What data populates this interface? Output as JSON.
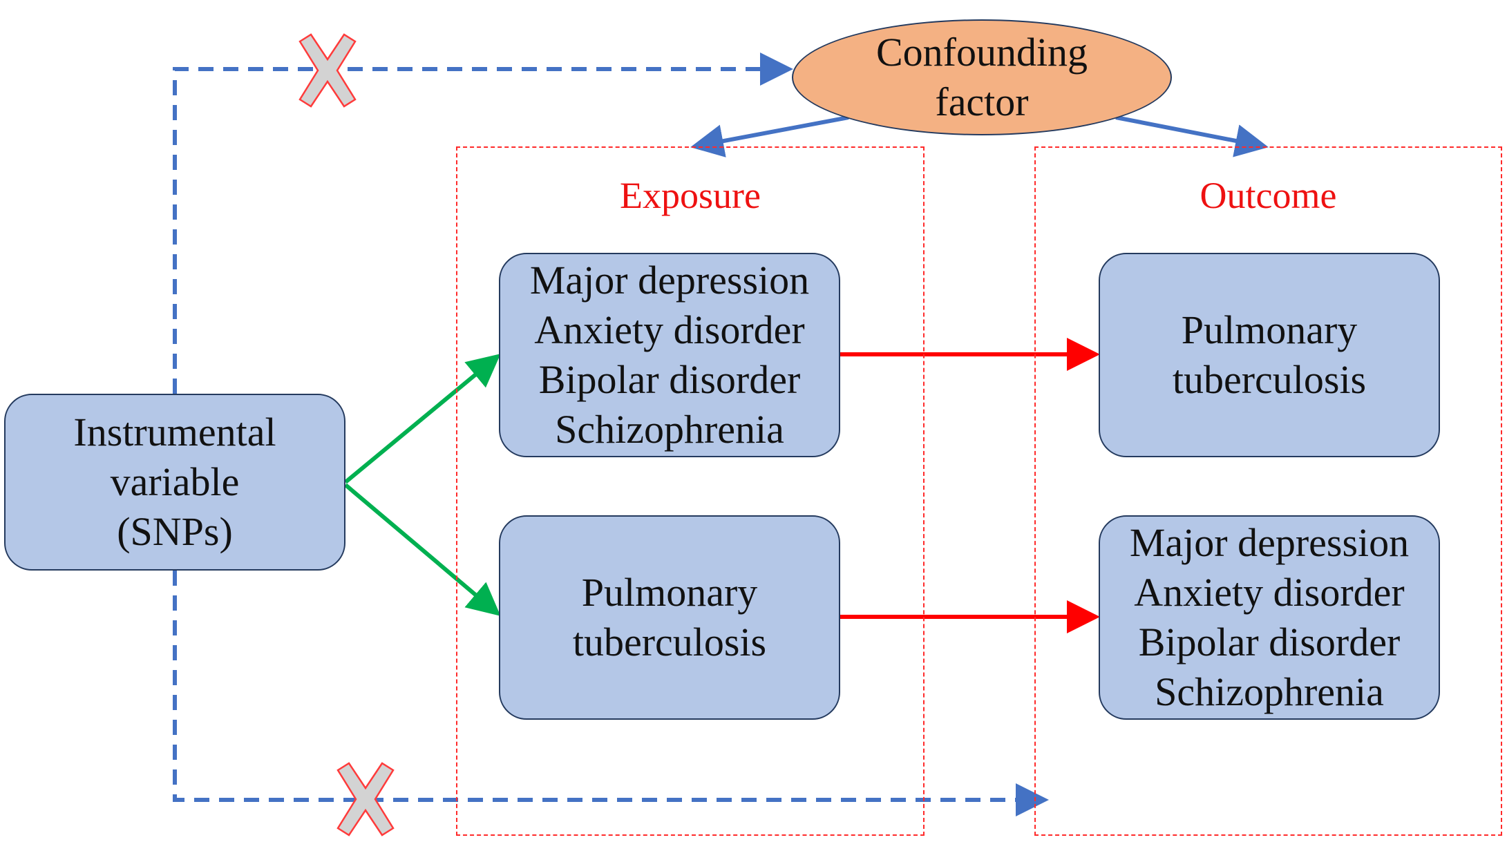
{
  "confounder": {
    "lines": [
      "Confounding",
      "factor"
    ]
  },
  "instrument": {
    "lines": [
      "Instrumental",
      "variable",
      "(SNPs)"
    ]
  },
  "exposure": {
    "title": "Exposure",
    "box_top": [
      "Major depression",
      "Anxiety disorder",
      "Bipolar disorder",
      "Schizophrenia"
    ],
    "box_bottom": [
      "Pulmonary",
      "tuberculosis"
    ]
  },
  "outcome": {
    "title": "Outcome",
    "box_top": [
      "Pulmonary",
      "tuberculosis"
    ],
    "box_bottom": [
      "Major depression",
      "Anxiety disorder",
      "Bipolar disorder",
      "Schizophrenia"
    ]
  },
  "colors": {
    "box_fill": "#b4c7e7",
    "oval_fill": "#f4b183",
    "outline": "#243a5e",
    "frame": "#ff2a2a",
    "title": "#ee1111",
    "arrow_green": "#00b050",
    "arrow_red": "#ff0000",
    "arrow_blue": "#4472c4",
    "cross_fill": "#d3d3d3",
    "cross_stroke": "#ff3b3b"
  }
}
